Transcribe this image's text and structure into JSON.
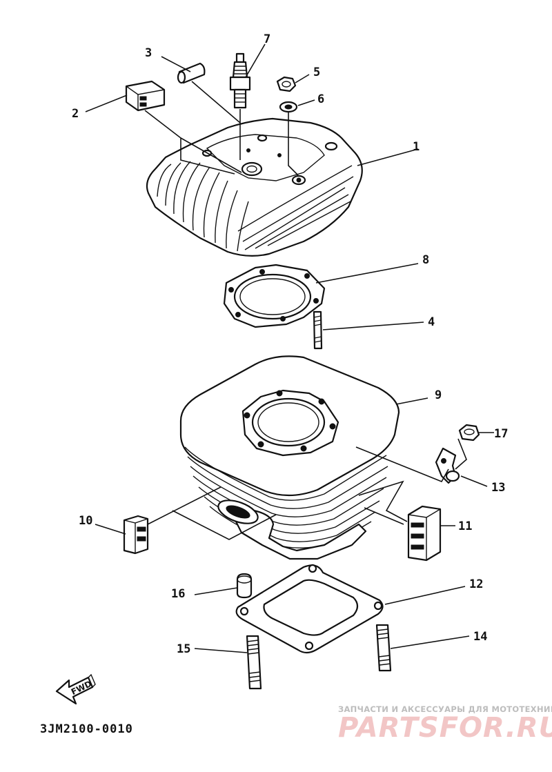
{
  "diagram": {
    "callouts": {
      "p1": "1",
      "p2": "2",
      "p3": "3",
      "p4": "4",
      "p5": "5",
      "p6": "6",
      "p7": "7",
      "p8": "8",
      "p9": "9",
      "p10": "10",
      "p11": "11",
      "p12": "12",
      "p13": "13",
      "p14": "14",
      "p15": "15",
      "p16": "16",
      "p17": "17"
    },
    "fwd_label": "FWD",
    "drawing_code": "3JM2100-0010"
  },
  "watermark": {
    "tagline": "ЗАПЧАСТИ И АКСЕССУАРЫ ДЛЯ МОТОТЕХНИКИ",
    "logo": "PARTSFOR.RU"
  }
}
